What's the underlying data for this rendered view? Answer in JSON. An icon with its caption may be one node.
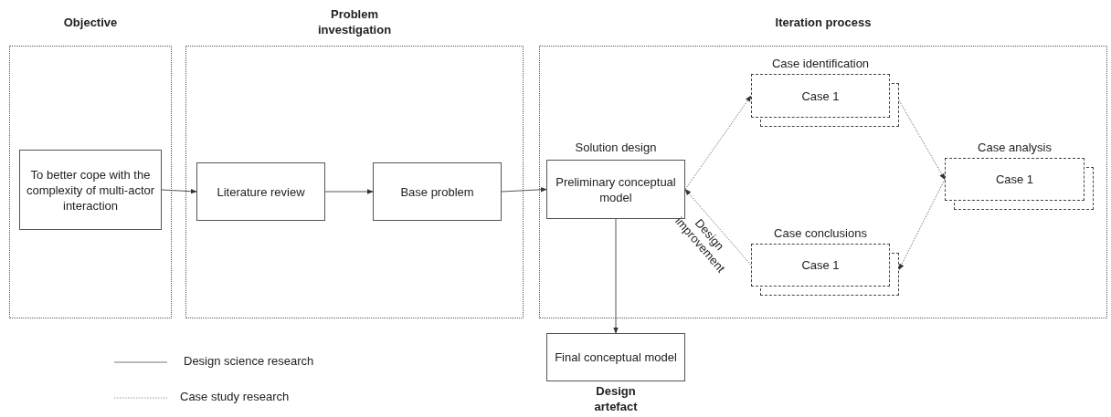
{
  "diagram": {
    "nodes": [
      {
        "text": [
          "Objective"
        ]
      },
      {
        "text": [
          "To better cope with the complexity of multi-actor interaction"
        ],
        "in": 0
      },
      {
        "text": [
          "Problem investigation"
        ]
      },
      {
        "text": [
          "Literature review"
        ],
        "in": 2
      },
      {
        "text": [
          "Base problem"
        ],
        "in": 2
      },
      {
        "text": [
          "Iteration process"
        ]
      },
      {
        "text": [
          "Solution design",
          "Preliminary conceptual model"
        ],
        "in": 5
      },
      {
        "text": [
          "Case identification",
          "Case 1"
        ],
        "in": 5
      },
      {
        "text": [
          "Case analysis",
          "Case 1"
        ],
        "in": 5
      },
      {
        "text": [
          "Case conclusions",
          "Case 1"
        ],
        "in": 5
      },
      {
        "text": [
          "Final conceptual model",
          "Design artefact"
        ]
      }
    ],
    "edges": [
      {
        "from": 1,
        "to": 3,
        "arrow": "to"
      },
      {
        "from": 3,
        "to": 4,
        "arrow": "to"
      },
      {
        "from": 4,
        "to": 6,
        "arrow": "to"
      },
      {
        "from": 6,
        "to": 7,
        "arrow": "to",
        "style": "dashed"
      },
      {
        "from": 7,
        "to": 8,
        "arrow": "to",
        "style": "dashed"
      },
      {
        "from": 8,
        "to": 9,
        "arrow": "to",
        "style": "dashed"
      },
      {
        "from": 9,
        "to": 6,
        "arrow": "to",
        "style": "dashed",
        "label": "Design improvement"
      },
      {
        "from": 6,
        "to": 10,
        "arrow": "to"
      }
    ],
    "legend": [
      {
        "text": "Design science research"
      },
      {
        "text": "Case study research"
      }
    ]
  }
}
